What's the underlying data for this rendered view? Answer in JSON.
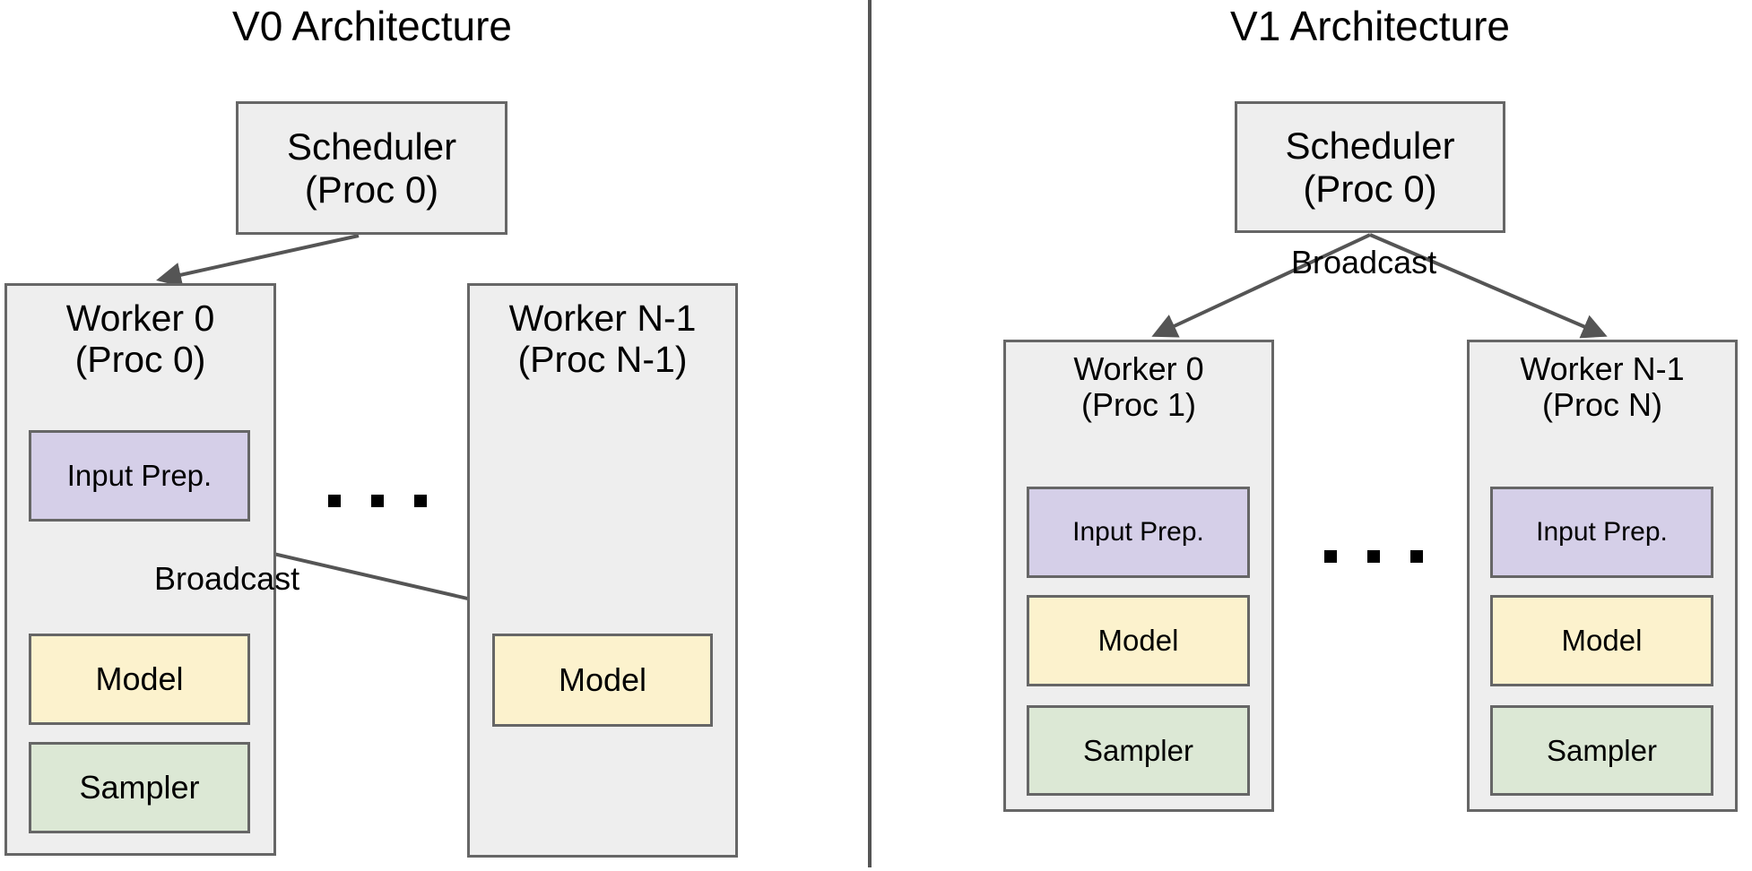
{
  "figure": {
    "type": "diagram",
    "description": "Side-by-side comparison of V0 and V1 inference engine architectures",
    "divider_color": "#555555"
  },
  "colors": {
    "container_fill": "#eeeeee",
    "border": "#666666",
    "input_prep_fill": "#d5cfe8",
    "model_fill": "#fcf2cd",
    "sampler_fill": "#dce8d5",
    "arrow": "#555555",
    "text": "#000000"
  },
  "panels": [
    {
      "id": "v0",
      "title": "V0 Architecture",
      "scheduler": {
        "label": "Scheduler\n(Proc 0)",
        "line1": "Scheduler",
        "line2": "(Proc 0)"
      },
      "workers": [
        {
          "id": "worker-0",
          "title": "Worker 0\n(Proc 0)",
          "line1": "Worker 0",
          "line2": "(Proc 0)",
          "components": [
            {
              "name": "input-prep",
              "label": "Input Prep."
            },
            {
              "name": "model",
              "label": "Model"
            },
            {
              "name": "sampler",
              "label": "Sampler"
            }
          ]
        },
        {
          "id": "worker-n-1",
          "title": "Worker N-1\n(Proc N-1)",
          "line1": "Worker N-1",
          "line2": "(Proc N-1)",
          "components": [
            {
              "name": "model",
              "label": "Model"
            }
          ]
        }
      ],
      "ellipsis": "...",
      "edges": [
        {
          "from": "scheduler",
          "to": "worker-0",
          "label": ""
        },
        {
          "from": "worker-0.input-prep",
          "to": "worker-0.model",
          "label": "Broadcast"
        },
        {
          "from": "worker-0.input-prep",
          "to": "worker-n-1.model",
          "label": ""
        }
      ],
      "edge_labels": {
        "broadcast": "Broadcast"
      }
    },
    {
      "id": "v1",
      "title": "V1 Architecture",
      "scheduler": {
        "label": "Scheduler\n(Proc 0)",
        "line1": "Scheduler",
        "line2": "(Proc 0)"
      },
      "workers": [
        {
          "id": "worker-0",
          "title": "Worker 0\n(Proc 1)",
          "line1": "Worker 0",
          "line2": "(Proc 1)",
          "components": [
            {
              "name": "input-prep",
              "label": "Input Prep."
            },
            {
              "name": "model",
              "label": "Model"
            },
            {
              "name": "sampler",
              "label": "Sampler"
            }
          ]
        },
        {
          "id": "worker-n-1",
          "title": "Worker N-1\n(Proc N)",
          "line1": "Worker N-1",
          "line2": "(Proc N)",
          "components": [
            {
              "name": "input-prep",
              "label": "Input Prep."
            },
            {
              "name": "model",
              "label": "Model"
            },
            {
              "name": "sampler",
              "label": "Sampler"
            }
          ]
        }
      ],
      "ellipsis": "...",
      "edges": [
        {
          "from": "scheduler",
          "to": "worker-0",
          "label": "Broadcast"
        },
        {
          "from": "scheduler",
          "to": "worker-n-1",
          "label": "Broadcast"
        }
      ],
      "edge_labels": {
        "broadcast": "Broadcast"
      }
    }
  ]
}
